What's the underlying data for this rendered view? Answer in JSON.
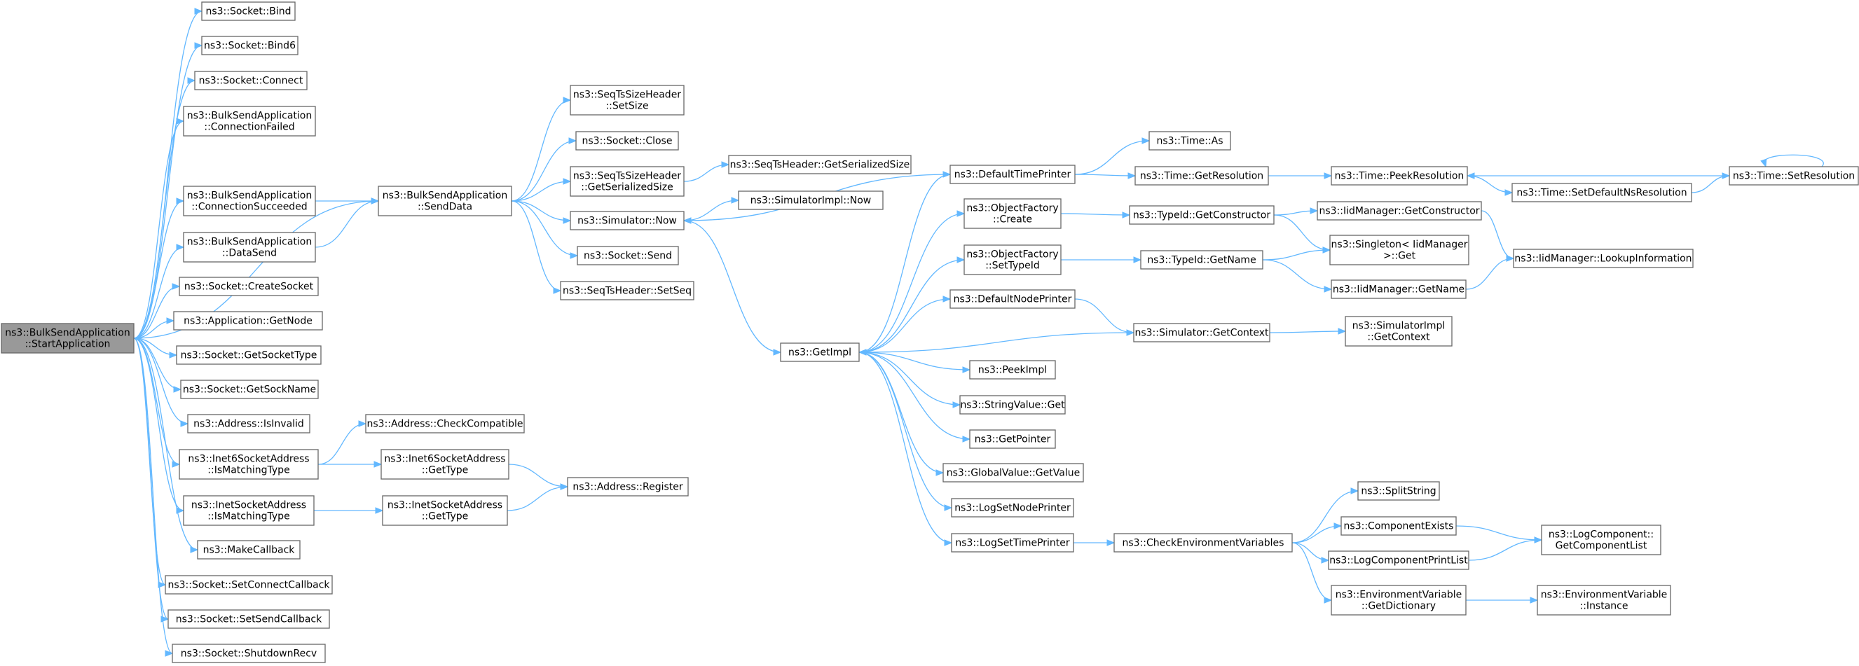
{
  "nodes": [
    {
      "id": "start",
      "lines": [
        "ns3::BulkSendApplication",
        "::StartApplication"
      ],
      "root": true
    },
    {
      "id": "bind",
      "lines": [
        "ns3::Socket::Bind"
      ]
    },
    {
      "id": "bind6",
      "lines": [
        "ns3::Socket::Bind6"
      ]
    },
    {
      "id": "connect",
      "lines": [
        "ns3::Socket::Connect"
      ]
    },
    {
      "id": "connfailed",
      "lines": [
        "ns3::BulkSendApplication",
        "::ConnectionFailed"
      ]
    },
    {
      "id": "connsucc",
      "lines": [
        "ns3::BulkSendApplication",
        "::ConnectionSucceeded"
      ]
    },
    {
      "id": "datasend",
      "lines": [
        "ns3::BulkSendApplication",
        "::DataSend"
      ]
    },
    {
      "id": "createsocket",
      "lines": [
        "ns3::Socket::CreateSocket"
      ]
    },
    {
      "id": "getnode",
      "lines": [
        "ns3::Application::GetNode"
      ]
    },
    {
      "id": "getsockettype",
      "lines": [
        "ns3::Socket::GetSocketType"
      ]
    },
    {
      "id": "getsockname",
      "lines": [
        "ns3::Socket::GetSockName"
      ]
    },
    {
      "id": "isinvalid",
      "lines": [
        "ns3::Address::IsInvalid"
      ]
    },
    {
      "id": "i6match",
      "lines": [
        "ns3::Inet6SocketAddress",
        "::IsMatchingType"
      ]
    },
    {
      "id": "i4match",
      "lines": [
        "ns3::InetSocketAddress",
        "::IsMatchingType"
      ]
    },
    {
      "id": "makecb",
      "lines": [
        "ns3::MakeCallback"
      ]
    },
    {
      "id": "setconncb",
      "lines": [
        "ns3::Socket::SetConnectCallback"
      ]
    },
    {
      "id": "setsendcb",
      "lines": [
        "ns3::Socket::SetSendCallback"
      ]
    },
    {
      "id": "shutdownrecv",
      "lines": [
        "ns3::Socket::ShutdownRecv"
      ]
    },
    {
      "id": "senddata",
      "lines": [
        "ns3::BulkSendApplication",
        "::SendData"
      ]
    },
    {
      "id": "checkcompat",
      "lines": [
        "ns3::Address::CheckCompatible"
      ]
    },
    {
      "id": "i6gettype",
      "lines": [
        "ns3::Inet6SocketAddress",
        "::GetType"
      ]
    },
    {
      "id": "i4gettype",
      "lines": [
        "ns3::InetSocketAddress",
        "::GetType"
      ]
    },
    {
      "id": "addrreg",
      "lines": [
        "ns3::Address::Register"
      ]
    },
    {
      "id": "seqsetsize",
      "lines": [
        "ns3::SeqTsSizeHeader",
        "::SetSize"
      ]
    },
    {
      "id": "sockclose",
      "lines": [
        "ns3::Socket::Close"
      ]
    },
    {
      "id": "seqgetser",
      "lines": [
        "ns3::SeqTsSizeHeader",
        "::GetSerializedSize"
      ]
    },
    {
      "id": "simnow",
      "lines": [
        "ns3::Simulator::Now"
      ]
    },
    {
      "id": "socksend",
      "lines": [
        "ns3::Socket::Send"
      ]
    },
    {
      "id": "seqsetseq",
      "lines": [
        "ns3::SeqTsHeader::SetSeq"
      ]
    },
    {
      "id": "seqtsgetser",
      "lines": [
        "ns3::SeqTsHeader::GetSerializedSize"
      ]
    },
    {
      "id": "simimplnow",
      "lines": [
        "ns3::SimulatorImpl::Now"
      ]
    },
    {
      "id": "getimpl",
      "lines": [
        "ns3::GetImpl"
      ]
    },
    {
      "id": "deftimeprinter",
      "lines": [
        "ns3::DefaultTimePrinter"
      ]
    },
    {
      "id": "objfactcreate",
      "lines": [
        "ns3::ObjectFactory",
        "::Create"
      ]
    },
    {
      "id": "objfactsettid",
      "lines": [
        "ns3::ObjectFactory",
        "::SetTypeId"
      ]
    },
    {
      "id": "defnodeprinter",
      "lines": [
        "ns3::DefaultNodePrinter"
      ]
    },
    {
      "id": "peekimpl",
      "lines": [
        "ns3::PeekImpl"
      ]
    },
    {
      "id": "strvalget",
      "lines": [
        "ns3::StringValue::Get"
      ]
    },
    {
      "id": "getpointer",
      "lines": [
        "ns3::GetPointer"
      ]
    },
    {
      "id": "gvgetvalue",
      "lines": [
        "ns3::GlobalValue::GetValue"
      ]
    },
    {
      "id": "logsetnode",
      "lines": [
        "ns3::LogSetNodePrinter"
      ]
    },
    {
      "id": "logsettime",
      "lines": [
        "ns3::LogSetTimePrinter"
      ]
    },
    {
      "id": "timeas",
      "lines": [
        "ns3::Time::As"
      ]
    },
    {
      "id": "timegetres",
      "lines": [
        "ns3::Time::GetResolution"
      ]
    },
    {
      "id": "tidgetctor",
      "lines": [
        "ns3::TypeId::GetConstructor"
      ]
    },
    {
      "id": "tidgetname",
      "lines": [
        "ns3::TypeId::GetName"
      ]
    },
    {
      "id": "simgetctx",
      "lines": [
        "ns3::Simulator::GetContext"
      ]
    },
    {
      "id": "checkenv",
      "lines": [
        "ns3::CheckEnvironmentVariables"
      ]
    },
    {
      "id": "timepeekres",
      "lines": [
        "ns3::Time::PeekResolution"
      ]
    },
    {
      "id": "iidgetctor",
      "lines": [
        "ns3::IidManager::GetConstructor"
      ]
    },
    {
      "id": "singleton",
      "lines": [
        "ns3::Singleton< IidManager",
        " >::Get"
      ]
    },
    {
      "id": "iidgetname",
      "lines": [
        "ns3::IidManager::GetName"
      ]
    },
    {
      "id": "simimplctx",
      "lines": [
        "ns3::SimulatorImpl",
        "::GetContext"
      ]
    },
    {
      "id": "splitstring",
      "lines": [
        "ns3::SplitString"
      ]
    },
    {
      "id": "compexists",
      "lines": [
        "ns3::ComponentExists"
      ]
    },
    {
      "id": "logcompprint",
      "lines": [
        "ns3::LogComponentPrintList"
      ]
    },
    {
      "id": "envgetdict",
      "lines": [
        "ns3::EnvironmentVariable",
        "::GetDictionary"
      ]
    },
    {
      "id": "timesetdefns",
      "lines": [
        "ns3::Time::SetDefaultNsResolution"
      ]
    },
    {
      "id": "timesetres",
      "lines": [
        "ns3::Time::SetResolution"
      ]
    },
    {
      "id": "iidlookup",
      "lines": [
        "ns3::IidManager::LookupInformation"
      ]
    },
    {
      "id": "logcompgetlist",
      "lines": [
        "ns3::LogComponent::",
        "GetComponentList"
      ]
    },
    {
      "id": "envinstance",
      "lines": [
        "ns3::EnvironmentVariable",
        "::Instance"
      ]
    }
  ],
  "edges": [
    [
      "start",
      "bind"
    ],
    [
      "start",
      "bind6"
    ],
    [
      "start",
      "connect"
    ],
    [
      "start",
      "connfailed"
    ],
    [
      "start",
      "senddata"
    ],
    [
      "start",
      "connsucc"
    ],
    [
      "start",
      "datasend"
    ],
    [
      "start",
      "createsocket"
    ],
    [
      "start",
      "getnode"
    ],
    [
      "start",
      "getsockettype"
    ],
    [
      "start",
      "getsockname"
    ],
    [
      "start",
      "isinvalid"
    ],
    [
      "start",
      "i6match"
    ],
    [
      "start",
      "i4match"
    ],
    [
      "start",
      "makecb"
    ],
    [
      "start",
      "setconncb"
    ],
    [
      "start",
      "setsendcb"
    ],
    [
      "start",
      "shutdownrecv"
    ],
    [
      "connsucc",
      "senddata"
    ],
    [
      "datasend",
      "senddata"
    ],
    [
      "senddata",
      "seqsetsize"
    ],
    [
      "senddata",
      "sockclose"
    ],
    [
      "senddata",
      "seqgetser"
    ],
    [
      "senddata",
      "simnow"
    ],
    [
      "senddata",
      "socksend"
    ],
    [
      "senddata",
      "seqsetseq"
    ],
    [
      "seqgetser",
      "seqtsgetser"
    ],
    [
      "simnow",
      "simimplnow"
    ],
    [
      "simnow",
      "getimpl"
    ],
    [
      "i6match",
      "checkcompat"
    ],
    [
      "i6match",
      "i6gettype"
    ],
    [
      "i4match",
      "i4gettype"
    ],
    [
      "i6gettype",
      "addrreg"
    ],
    [
      "i4gettype",
      "addrreg"
    ],
    [
      "getimpl",
      "deftimeprinter"
    ],
    [
      "getimpl",
      "objfactcreate"
    ],
    [
      "getimpl",
      "objfactsettid"
    ],
    [
      "getimpl",
      "defnodeprinter"
    ],
    [
      "getimpl",
      "peekimpl"
    ],
    [
      "getimpl",
      "strvalget"
    ],
    [
      "getimpl",
      "getpointer"
    ],
    [
      "getimpl",
      "gvgetvalue"
    ],
    [
      "getimpl",
      "logsetnode"
    ],
    [
      "getimpl",
      "logsettime"
    ],
    [
      "deftimeprinter",
      "simnow"
    ],
    [
      "deftimeprinter",
      "timeas"
    ],
    [
      "deftimeprinter",
      "timegetres"
    ],
    [
      "timegetres",
      "timepeekres"
    ],
    [
      "timepeekres",
      "timesetdefns"
    ],
    [
      "timesetdefns",
      "timesetres"
    ],
    [
      "timesetres",
      "timepeekres"
    ],
    [
      "timesetres",
      "timesetres"
    ],
    [
      "objfactcreate",
      "tidgetctor"
    ],
    [
      "tidgetctor",
      "iidgetctor"
    ],
    [
      "tidgetctor",
      "singleton"
    ],
    [
      "iidgetctor",
      "iidlookup"
    ],
    [
      "objfactsettid",
      "tidgetname"
    ],
    [
      "tidgetname",
      "singleton"
    ],
    [
      "tidgetname",
      "iidgetname"
    ],
    [
      "iidgetname",
      "iidlookup"
    ],
    [
      "defnodeprinter",
      "simgetctx"
    ],
    [
      "simgetctx",
      "simimplctx"
    ],
    [
      "simgetctx",
      "getimpl"
    ],
    [
      "logsettime",
      "checkenv"
    ],
    [
      "checkenv",
      "splitstring"
    ],
    [
      "checkenv",
      "compexists"
    ],
    [
      "checkenv",
      "logcompprint"
    ],
    [
      "checkenv",
      "envgetdict"
    ],
    [
      "compexists",
      "logcompgetlist"
    ],
    [
      "logcompprint",
      "logcompgetlist"
    ],
    [
      "envgetdict",
      "envinstance"
    ]
  ]
}
